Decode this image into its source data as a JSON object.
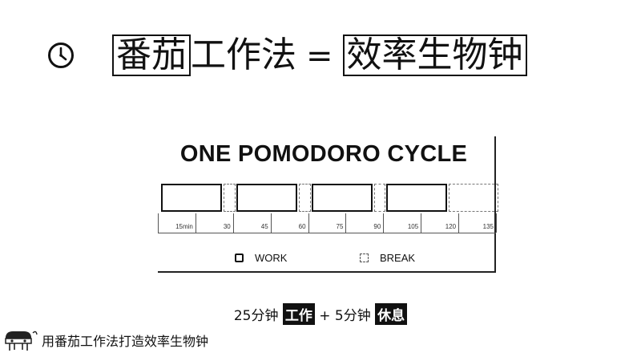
{
  "headline": {
    "icon": "clock-icon",
    "boxed_left": "番茄",
    "text_left": "工作法",
    "equals": "=",
    "boxed_right": "效率生物钟"
  },
  "cycle": {
    "title": "ONE POMODORO CYCLE",
    "slots": [
      {
        "kind": "work",
        "start": 0,
        "end": 25
      },
      {
        "kind": "break",
        "start": 25,
        "end": 30
      },
      {
        "kind": "work",
        "start": 30,
        "end": 55
      },
      {
        "kind": "break",
        "start": 55,
        "end": 60
      },
      {
        "kind": "work",
        "start": 60,
        "end": 85
      },
      {
        "kind": "break",
        "start": 85,
        "end": 90
      },
      {
        "kind": "work",
        "start": 90,
        "end": 115
      },
      {
        "kind": "break",
        "start": 115,
        "end": 135
      }
    ],
    "ticks": [
      "15min",
      "30",
      "45",
      "60",
      "75",
      "90",
      "105",
      "120",
      "135"
    ],
    "legend": {
      "work": "WORK",
      "break": "BREAK"
    }
  },
  "formula": {
    "part1": "25分钟",
    "chip1": "工作",
    "plus": "+ 5分钟",
    "chip2": "休息"
  },
  "footer": {
    "icon": "tomato-mascot-icon",
    "text": "用番茄工作法打造效率生物钟"
  }
}
